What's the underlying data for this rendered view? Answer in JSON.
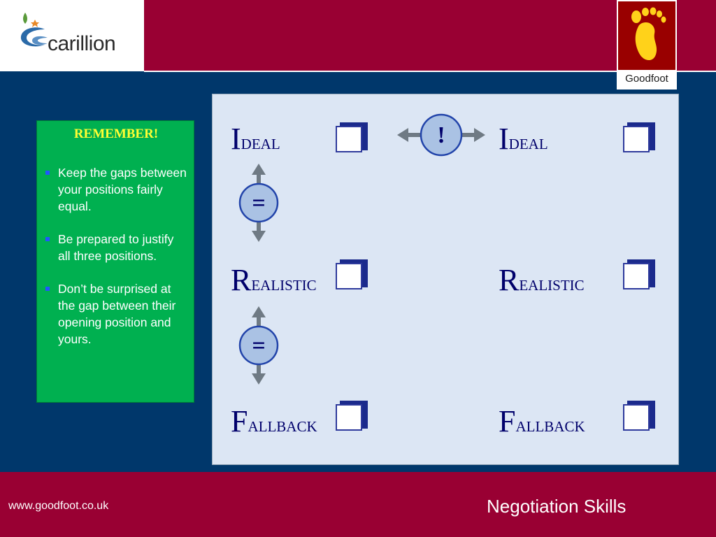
{
  "header": {
    "left_logo_text": "carillion",
    "right_logo_text": "Goodfoot"
  },
  "remember": {
    "title": "REMEMBER!",
    "items": [
      "Keep the gaps between your positions fairly equal.",
      "Be prepared to justify all three positions.",
      "Don’t be surprised at the gap between their opening position and yours."
    ]
  },
  "panel": {
    "left": [
      {
        "cap": "I",
        "rest": "DEAL"
      },
      {
        "cap": "R",
        "rest": "EALISTIC"
      },
      {
        "cap": "F",
        "rest": "ALLBACK"
      }
    ],
    "right": [
      {
        "cap": "I",
        "rest": "DEAL"
      },
      {
        "cap": "R",
        "rest": "EALISTIC"
      },
      {
        "cap": "F",
        "rest": "ALLBACK"
      }
    ],
    "equals_symbol": "=",
    "exclaim_symbol": "!"
  },
  "footer": {
    "url": "www.goodfoot.co.uk",
    "title": "Negotiation Skills"
  },
  "colors": {
    "background": "#00376b",
    "banner": "#990033",
    "remember_box": "#00b050",
    "remember_title": "#ffff33",
    "panel": "#dce6f4",
    "label_text": "#00006b"
  },
  "icons": [
    "carillion-logo-icon",
    "goodfoot-footprint-icon",
    "checkbox-icon",
    "double-arrow-icon"
  ]
}
